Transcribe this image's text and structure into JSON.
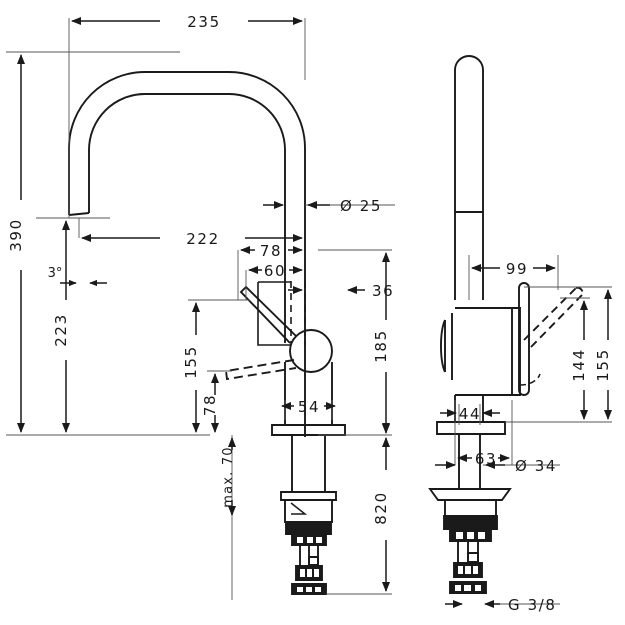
{
  "drawing": {
    "title": "Kitchen mixer tap technical dimension drawing",
    "units": "mm",
    "line_color": "#1a1a1a",
    "background_color": "#ffffff",
    "views": [
      {
        "name": "front-view",
        "label": ""
      },
      {
        "name": "side-view",
        "label": ""
      }
    ]
  },
  "dimensions": {
    "front": {
      "overall_reach": "235",
      "total_height": "390",
      "spout_outlet_height": "223",
      "spout_projection": "222",
      "spout_tube_diameter": "Ø 25",
      "handle_pivot_offset": "78",
      "handle_tip_offset": "60",
      "handle_clearance": "36",
      "handle_height_up": "155",
      "handle_height_down": "78",
      "handle_zone_height": "185",
      "base_width": "54",
      "max_deck_thickness": "max. 70",
      "installed_total": "820",
      "outlet_angle": "3°"
    },
    "side": {
      "handle_reach": "99",
      "body_depth": "63",
      "column_width": "44",
      "base_diameter": "Ø 34",
      "handle_height_down": "144",
      "handle_height_up": "155",
      "supply_thread": "G 3/8"
    }
  }
}
